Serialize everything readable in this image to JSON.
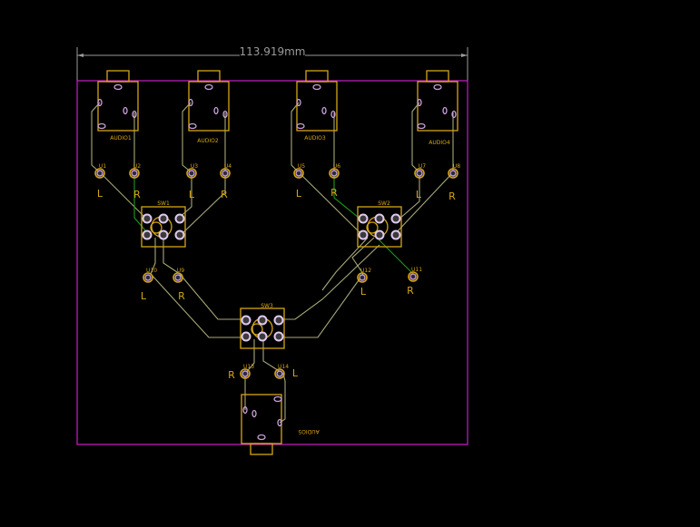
{
  "view": "pcb-layout",
  "dimension": {
    "label": "113.919mm"
  },
  "colors": {
    "background": "#000000",
    "board_edge": "#c81ec8",
    "silkscreen": "#d4a514",
    "front_copper_trace": "#a8a878",
    "back_copper_trace": "#1e9a1e",
    "pad_outline": "#c8a0d8",
    "dimension": "#9a9a9a"
  },
  "audio_jacks": [
    {
      "ref": "AUDIO1"
    },
    {
      "ref": "AUDIO2"
    },
    {
      "ref": "AUDIO3"
    },
    {
      "ref": "AUDIO4"
    },
    {
      "ref": "AUDIO5",
      "mirrored": true
    }
  ],
  "switches": [
    {
      "ref": "SW1"
    },
    {
      "ref": "SW2"
    },
    {
      "ref": "SW3"
    }
  ],
  "terminals": [
    {
      "ref": "U1",
      "channel": "L"
    },
    {
      "ref": "U2",
      "channel": "R"
    },
    {
      "ref": "U3",
      "channel": "L"
    },
    {
      "ref": "U4",
      "channel": "R"
    },
    {
      "ref": "U5",
      "channel": "L"
    },
    {
      "ref": "U6",
      "channel": "R"
    },
    {
      "ref": "U7",
      "channel": "L"
    },
    {
      "ref": "U8",
      "channel": "R"
    },
    {
      "ref": "U9",
      "channel": "R"
    },
    {
      "ref": "U10",
      "channel": "L"
    },
    {
      "ref": "U11",
      "channel": "R"
    },
    {
      "ref": "U12",
      "channel": "L"
    },
    {
      "ref": "U13",
      "channel": "R"
    },
    {
      "ref": "U14",
      "channel": "L"
    }
  ]
}
